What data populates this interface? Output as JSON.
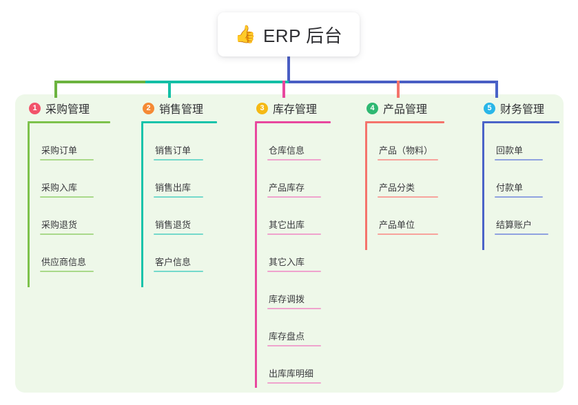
{
  "root": {
    "icon": "thumbs-up-icon",
    "icon_glyph": "👍",
    "title": "ERP 后台"
  },
  "theme": {
    "page_background": "#ffffff",
    "panel_background": "#eef8e9",
    "card_background": "#ffffff",
    "text_color": "#2f2f33",
    "root_stem_color": "#4a5ec4",
    "bus_green": "#6cb33f",
    "bus_teal": "#13bfa6",
    "bus_blue": "#4a5ec4"
  },
  "columns": [
    {
      "number": "1",
      "title": "采购管理",
      "badge_color": "#f2536a",
      "line_color": "#7dc24b",
      "leaf_line_color": "#a9d98a",
      "drop_color": "#6cb33f",
      "items": [
        "采购订单",
        "采购入库",
        "采购退货",
        "供应商信息"
      ]
    },
    {
      "number": "2",
      "title": "销售管理",
      "badge_color": "#f58a35",
      "line_color": "#14c3aa",
      "leaf_line_color": "#74d9cb",
      "drop_color": "#13bfa6",
      "items": [
        "销售订单",
        "销售出库",
        "销售退货",
        "客户信息"
      ]
    },
    {
      "number": "3",
      "title": "库存管理",
      "badge_color": "#f5b914",
      "line_color": "#e8479e",
      "leaf_line_color": "#efa3cd",
      "drop_color": "#e8479e",
      "items": [
        "仓库信息",
        "产品库存",
        "其它出库",
        "其它入库",
        "库存调拨",
        "库存盘点",
        "出库库明细"
      ]
    },
    {
      "number": "4",
      "title": "产品管理",
      "badge_color": "#2eb872",
      "line_color": "#f4736b",
      "leaf_line_color": "#f7a39c",
      "drop_color": "#f4736b",
      "items": [
        "产品（物料）",
        "产品分类",
        "产品单位"
      ]
    },
    {
      "number": "5",
      "title": "财务管理",
      "badge_color": "#29b6e8",
      "line_color": "#4a63c8",
      "leaf_line_color": "#8fa2e0",
      "drop_color": "#4a63c8",
      "items": [
        "回款单",
        "付款单",
        "结算账户"
      ]
    }
  ]
}
